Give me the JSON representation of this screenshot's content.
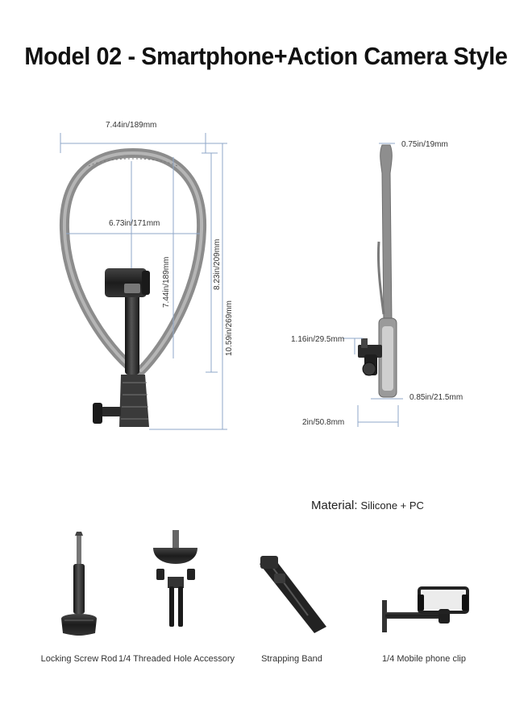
{
  "title": "Model 02 - Smartphone+Action Camera Style",
  "front_view": {
    "width_outer": "7.44in/189mm",
    "width_inner": "6.73in/171mm",
    "height_inner": "7.44in/189mm",
    "height_band": "8.23in/209mm",
    "height_total": "10.59in/269mm"
  },
  "side_view": {
    "band_thickness": "0.75in/19mm",
    "mount_height": "1.16in/29.5mm",
    "base_width": "0.85in/21.5mm",
    "total_depth": "2in/50.8mm"
  },
  "material": {
    "label": "Material:",
    "value": "Silicone + PC"
  },
  "accessories": [
    {
      "label": "Locking Screw Rod"
    },
    {
      "label": "1/4 Threaded Hole Accessory"
    },
    {
      "label": "Strapping Band"
    },
    {
      "label": "1/4 Mobile phone clip"
    }
  ],
  "colors": {
    "band": "#8f8f8f",
    "band_dark": "#6e6e6e",
    "metal": "#2b2b2b",
    "dim_line": "#8fa7c9"
  }
}
